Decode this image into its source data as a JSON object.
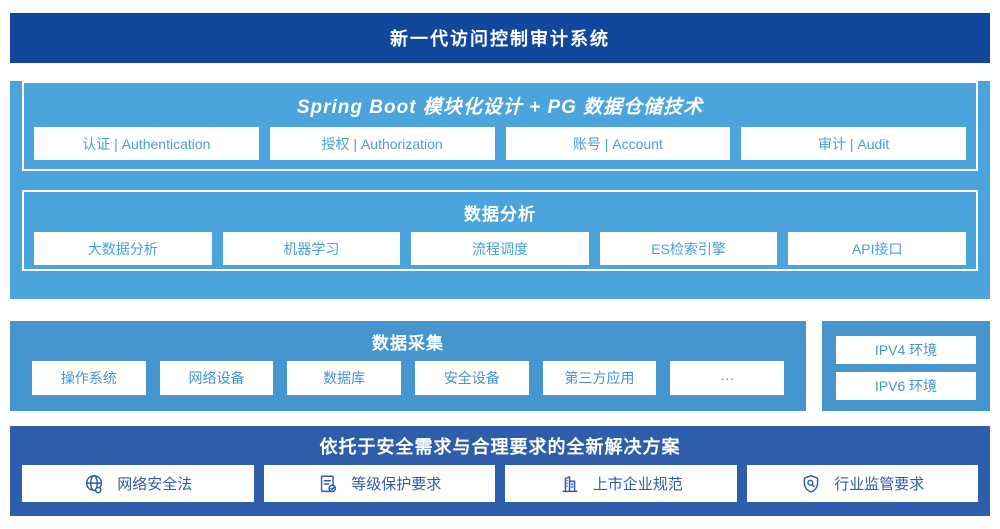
{
  "colors": {
    "banner_navy": "#11489E",
    "light_blue": "#4BA4DC",
    "medium_blue": "#4695CF",
    "solution_navy": "#2E5DA9",
    "box_text_light_blue": "#4A9FD8",
    "box_text_medium_blue": "#4593CE",
    "box_background": "#FFFFFF"
  },
  "header": {
    "title": "新一代访问控制审计系统"
  },
  "platform": {
    "spring_boot": {
      "title": "Spring Boot 模块化设计 + PG 数据仓储技术",
      "modules": [
        "认证 | Authentication",
        "授权 | Authorization",
        "账号 | Account",
        "审计 | Audit"
      ]
    },
    "data_analysis": {
      "title": "数据分析",
      "modules": [
        "大数据分析",
        "机器学习",
        "流程调度",
        "ES检索引擎",
        "API接口"
      ]
    }
  },
  "data_collection": {
    "title": "数据采集",
    "sources": [
      "操作系统",
      "网络设备",
      "数据库",
      "安全设备",
      "第三方应用",
      "···"
    ]
  },
  "environments": {
    "items": [
      "IPV4 环境",
      "IPV6 环境"
    ]
  },
  "solution": {
    "title": "依托于安全需求与合理要求的全新解决方案",
    "items": [
      {
        "icon": "globe-icon",
        "label": "网络安全法"
      },
      {
        "icon": "document-check-icon",
        "label": "等级保护要求"
      },
      {
        "icon": "building-icon",
        "label": "上市企业规范"
      },
      {
        "icon": "shield-search-icon",
        "label": "行业监管要求"
      }
    ]
  }
}
